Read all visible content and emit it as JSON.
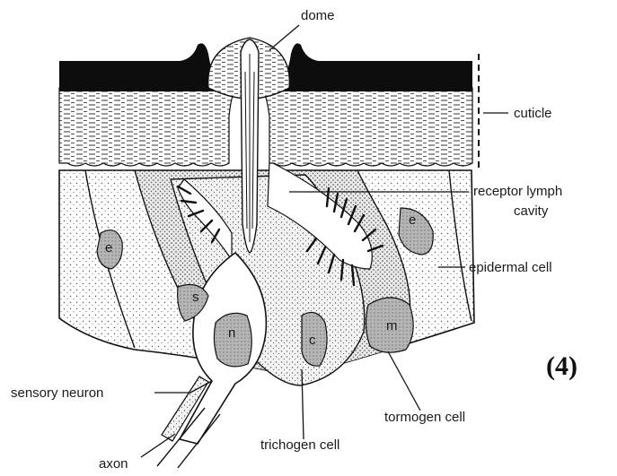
{
  "labels": {
    "dome": "dome",
    "cuticle": "cuticle",
    "receptor_line1": "receptor lymph",
    "receptor_line2": "cavity",
    "epidermal": "epidermal cell",
    "sensory_neuron": "sensory neuron",
    "tormogen": "tormogen cell",
    "trichogen": "trichogen cell",
    "axon": "axon"
  },
  "nucleus_letters": {
    "epidermal_left": "e",
    "epidermal_right": "e",
    "sheath": "s",
    "neuron": "n",
    "trichogen": "c",
    "tormogen": "m"
  },
  "panel_number": "(4)",
  "colors": {
    "ink": "#111111",
    "cuticle_black": "#0d0d0d",
    "paper": "#ffffff",
    "stipple_light": "#f4f4f4",
    "stipple_dark": "#d9d9d9",
    "nucleus": "#b5b5b5"
  }
}
